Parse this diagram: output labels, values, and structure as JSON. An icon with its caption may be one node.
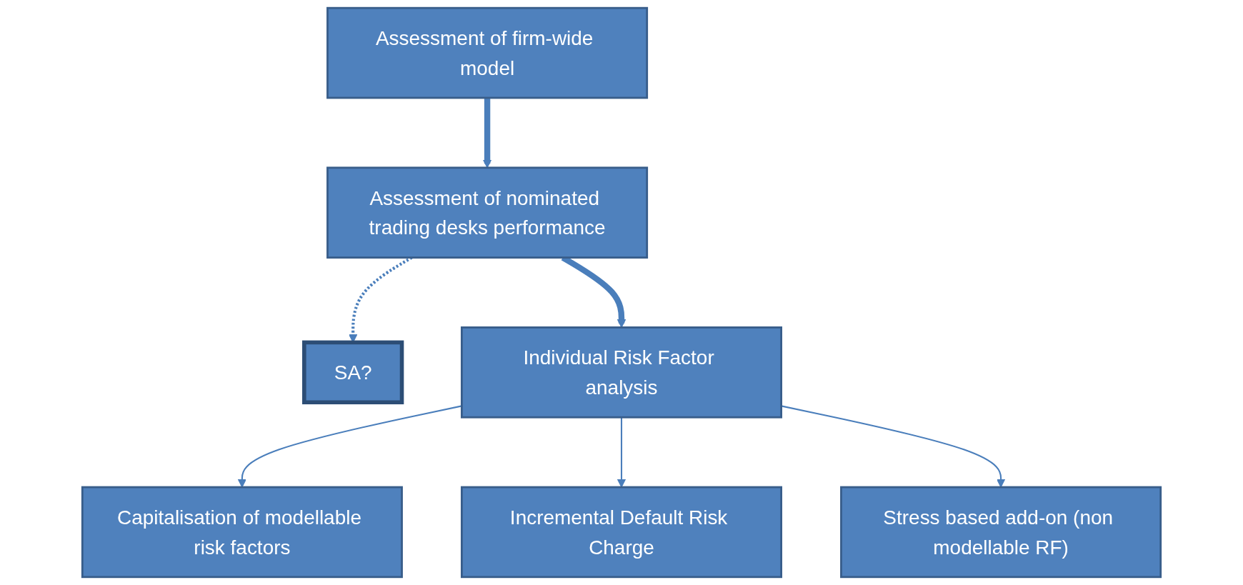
{
  "diagram": {
    "nodes": [
      {
        "text": [
          "Assessment of firm-wide model"
        ]
      },
      {
        "text": [
          "Assessment of nominated trading desks performance"
        ]
      },
      {
        "text": [
          "SA?"
        ]
      },
      {
        "text": [
          "Individual Risk Factor analysis"
        ]
      },
      {
        "text": [
          "Capitalisation of modellable risk factors"
        ]
      },
      {
        "text": [
          "Incremental Default Risk Charge"
        ]
      },
      {
        "text": [
          "Stress based add-on (non modellable RF)"
        ]
      }
    ],
    "edges": [
      {
        "from": 0,
        "to": 1,
        "arrow": "to",
        "style": "thick"
      },
      {
        "from": 1,
        "to": 2,
        "arrow": "to",
        "style": "dashed"
      },
      {
        "from": 1,
        "to": 3,
        "arrow": "to",
        "style": "thick"
      },
      {
        "from": 3,
        "to": 4,
        "arrow": "to"
      },
      {
        "from": 3,
        "to": 5,
        "arrow": "to"
      },
      {
        "from": 3,
        "to": 6,
        "arrow": "to"
      }
    ]
  }
}
